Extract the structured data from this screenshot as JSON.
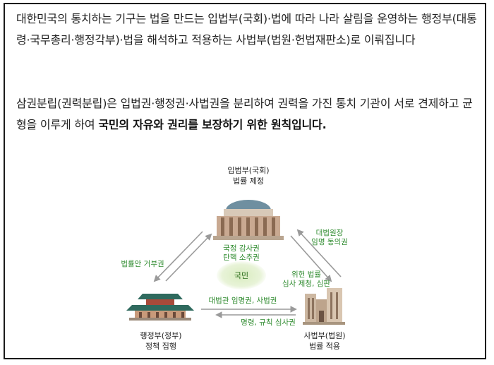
{
  "paragraph1": "대한민국의 통치하는 기구는 법을 만드는 입법부(국회)·법에 따라 나라 살림을 운영하는 행정부(대통령·국무총리·행정각부)·법을 해석하고 적용하는 사법부(법원·헌법재판소)로 이뤄집니다",
  "paragraph2": {
    "normal": "삼권분립(권력분립)은 입법권·행정권·사법권을 분리하여 권력을 가진 통치 기관이 서로 견제하고 균형을 이루게 하여 ",
    "bold": "국민의 자유와 권리를 보장하기 위한 원칙입니다."
  },
  "diagram": {
    "legislature": {
      "name": "입법부(국회)",
      "role": "법률 제정"
    },
    "executive": {
      "name": "행정부(정부)",
      "role": "정책 집행"
    },
    "judiciary": {
      "name": "사법부(법원)",
      "role": "법률 적용"
    },
    "citizen": "국민",
    "leg_to_exec": [
      "국정 감사권",
      "탄핵 소추권"
    ],
    "exec_to_leg": "법률안 거부권",
    "leg_to_jud": [
      "위헌 법률",
      "심사 제청, 심판"
    ],
    "jud_to_leg": [
      "대법원장",
      "임명 동의권"
    ],
    "exec_to_jud": "대법관 임명권, 사법권",
    "jud_to_exec": "명령, 규칙 심사권"
  },
  "colors": {
    "label_green": "#2e8b2e",
    "arrow_gray": "#9a9a9a",
    "building_brown": "#a07a5a"
  }
}
